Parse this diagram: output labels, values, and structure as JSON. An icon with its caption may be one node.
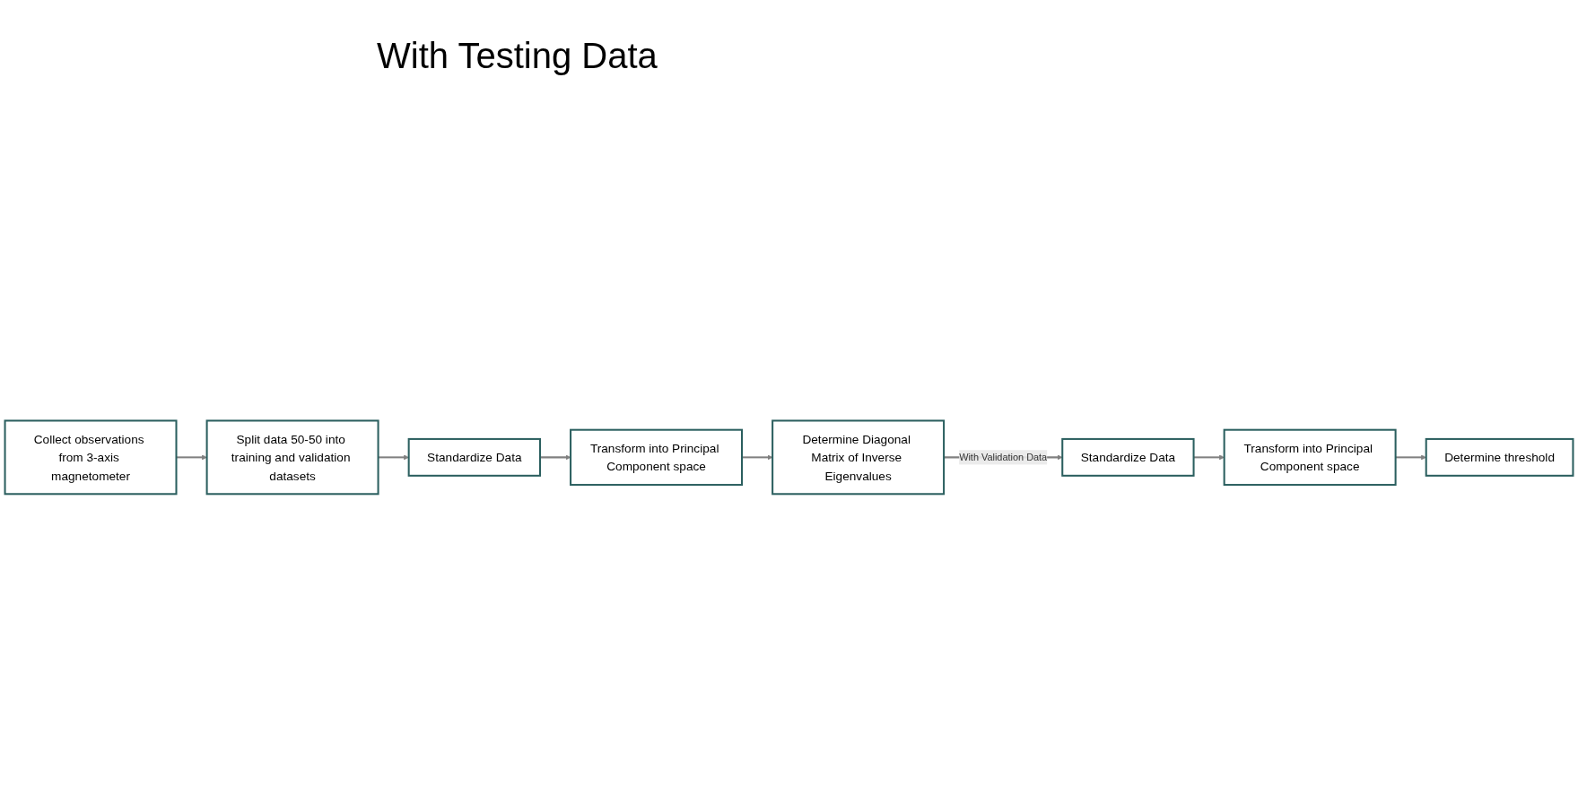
{
  "diagram": {
    "nodes": [
      {
        "text": [
          "Collect observations from 3-axis magnetometer"
        ]
      },
      {
        "text": [
          "Split data 50-50 into training and validation datasets"
        ]
      },
      {
        "text": [
          "Standardize Data"
        ]
      },
      {
        "text": [
          "Transform into Principal Component space"
        ]
      },
      {
        "text": [
          "Determine Diagonal Matrix of Inverse Eigenvalues"
        ]
      },
      {
        "text": [
          "Standardize Data"
        ]
      },
      {
        "text": [
          "Transform into Principal Component space"
        ]
      },
      {
        "text": [
          "Determine threshold"
        ]
      }
    ],
    "edges": [
      {
        "from": 0,
        "to": 1,
        "arrow": "to"
      },
      {
        "from": 1,
        "to": 2,
        "arrow": "to"
      },
      {
        "from": 2,
        "to": 3,
        "arrow": "to"
      },
      {
        "from": 3,
        "to": 4,
        "arrow": "to"
      },
      {
        "from": 4,
        "to": 5,
        "arrow": "to",
        "label": "With Validation Data"
      },
      {
        "from": 5,
        "to": 6,
        "arrow": "to"
      },
      {
        "from": 6,
        "to": 7,
        "arrow": "to"
      }
    ],
    "labels": [
      "With Testing Data"
    ]
  }
}
